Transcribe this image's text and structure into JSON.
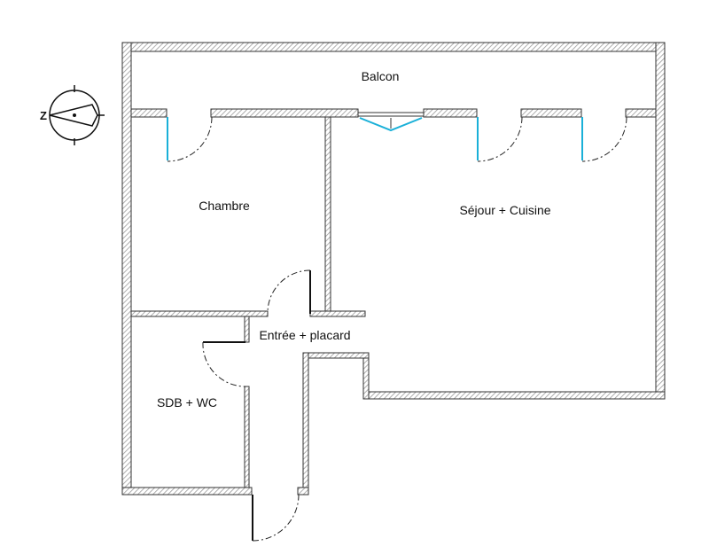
{
  "rooms": {
    "balcon": "Balcon",
    "chambre": "Chambre",
    "sejour": "Séjour + Cuisine",
    "entree": "Entrée + placard",
    "sdb": "SDB + WC"
  },
  "compass": {
    "north_letter": "Z"
  },
  "colors": {
    "wall_hatch": "#9a9a9a",
    "wall_outline": "#333333",
    "window_leaf": "#1ab0d8",
    "door_leaf": "#111111",
    "background": "#ffffff"
  }
}
